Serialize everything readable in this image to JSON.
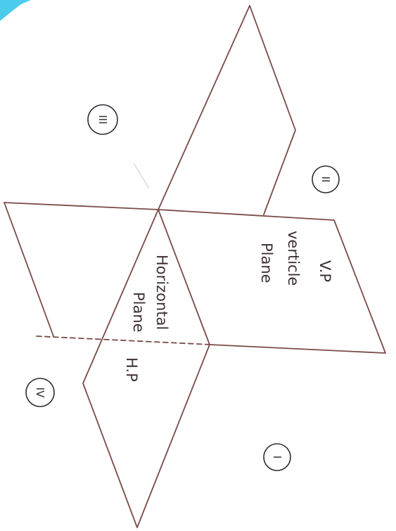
{
  "quadrants": {
    "first": "I",
    "second": "II",
    "third": "III",
    "fourth": "IV"
  },
  "vertical_plane": {
    "abbr": "V.P",
    "line1": "verticle",
    "line2": "Plane"
  },
  "horizontal_plane": {
    "line1": "Horizontal",
    "line2": "Plane",
    "abbr": "H.P"
  },
  "colors": {
    "ink": "#7a4a47",
    "text": "#3e2f3a",
    "accent_corner": "#39c6ea"
  }
}
